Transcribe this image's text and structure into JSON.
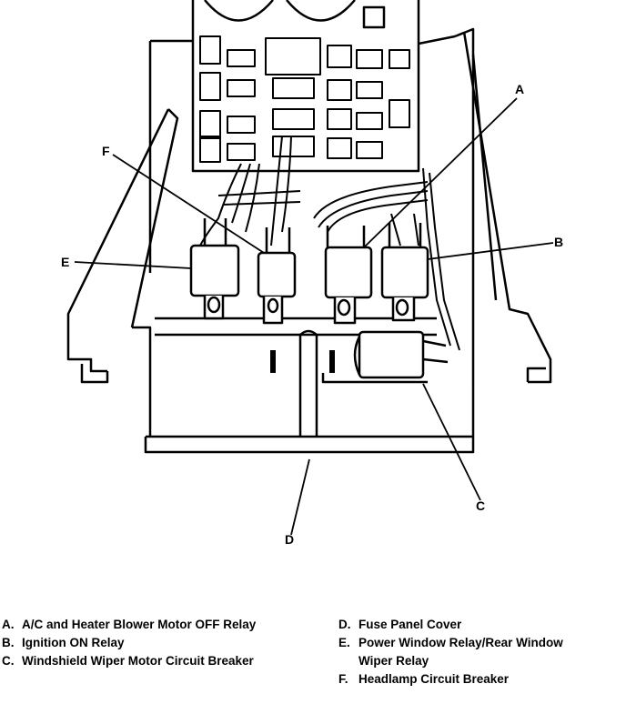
{
  "callouts": {
    "A": "A",
    "B": "B",
    "C": "C",
    "D": "D",
    "E": "E",
    "F": "F"
  },
  "legend": {
    "left": [
      {
        "key": "A.",
        "text": "A/C and Heater Blower Motor OFF Relay"
      },
      {
        "key": "B.",
        "text": "Ignition ON Relay"
      },
      {
        "key": "C.",
        "text": "Windshield Wiper Motor Circuit Breaker"
      }
    ],
    "right": [
      {
        "key": "D.",
        "text": "Fuse Panel Cover"
      },
      {
        "key": "E.",
        "text": "Power Window Relay/Rear Window",
        "continued": "Wiper Relay"
      },
      {
        "key": "F.",
        "text": "Headlamp Circuit Breaker"
      }
    ]
  }
}
